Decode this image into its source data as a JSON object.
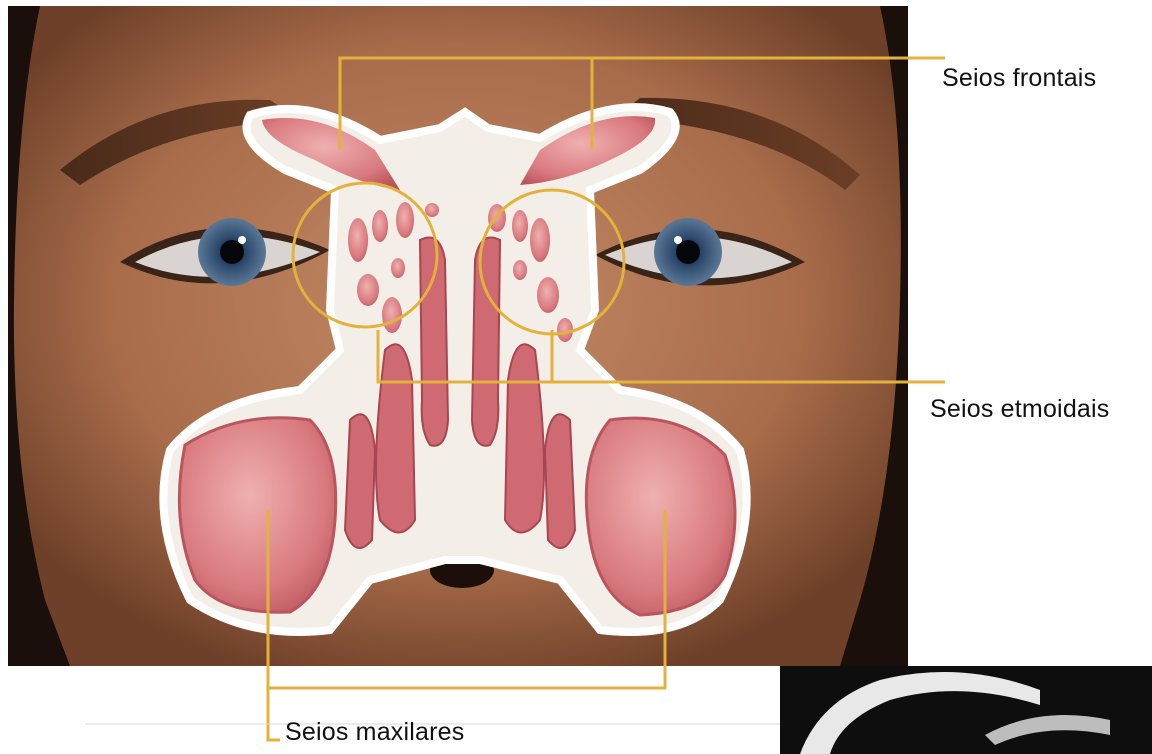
{
  "labels": {
    "frontal": "Seios frontais",
    "ethmoid": "Seios etmoidais",
    "maxillary": "Seios maxilares"
  },
  "colors": {
    "leader_line": "#e3b23c",
    "skin": "#b07552",
    "sinus": "#d88488",
    "bone": "#f3efe8",
    "background": "#ffffff",
    "dark_panel": "#0e0e0e"
  }
}
